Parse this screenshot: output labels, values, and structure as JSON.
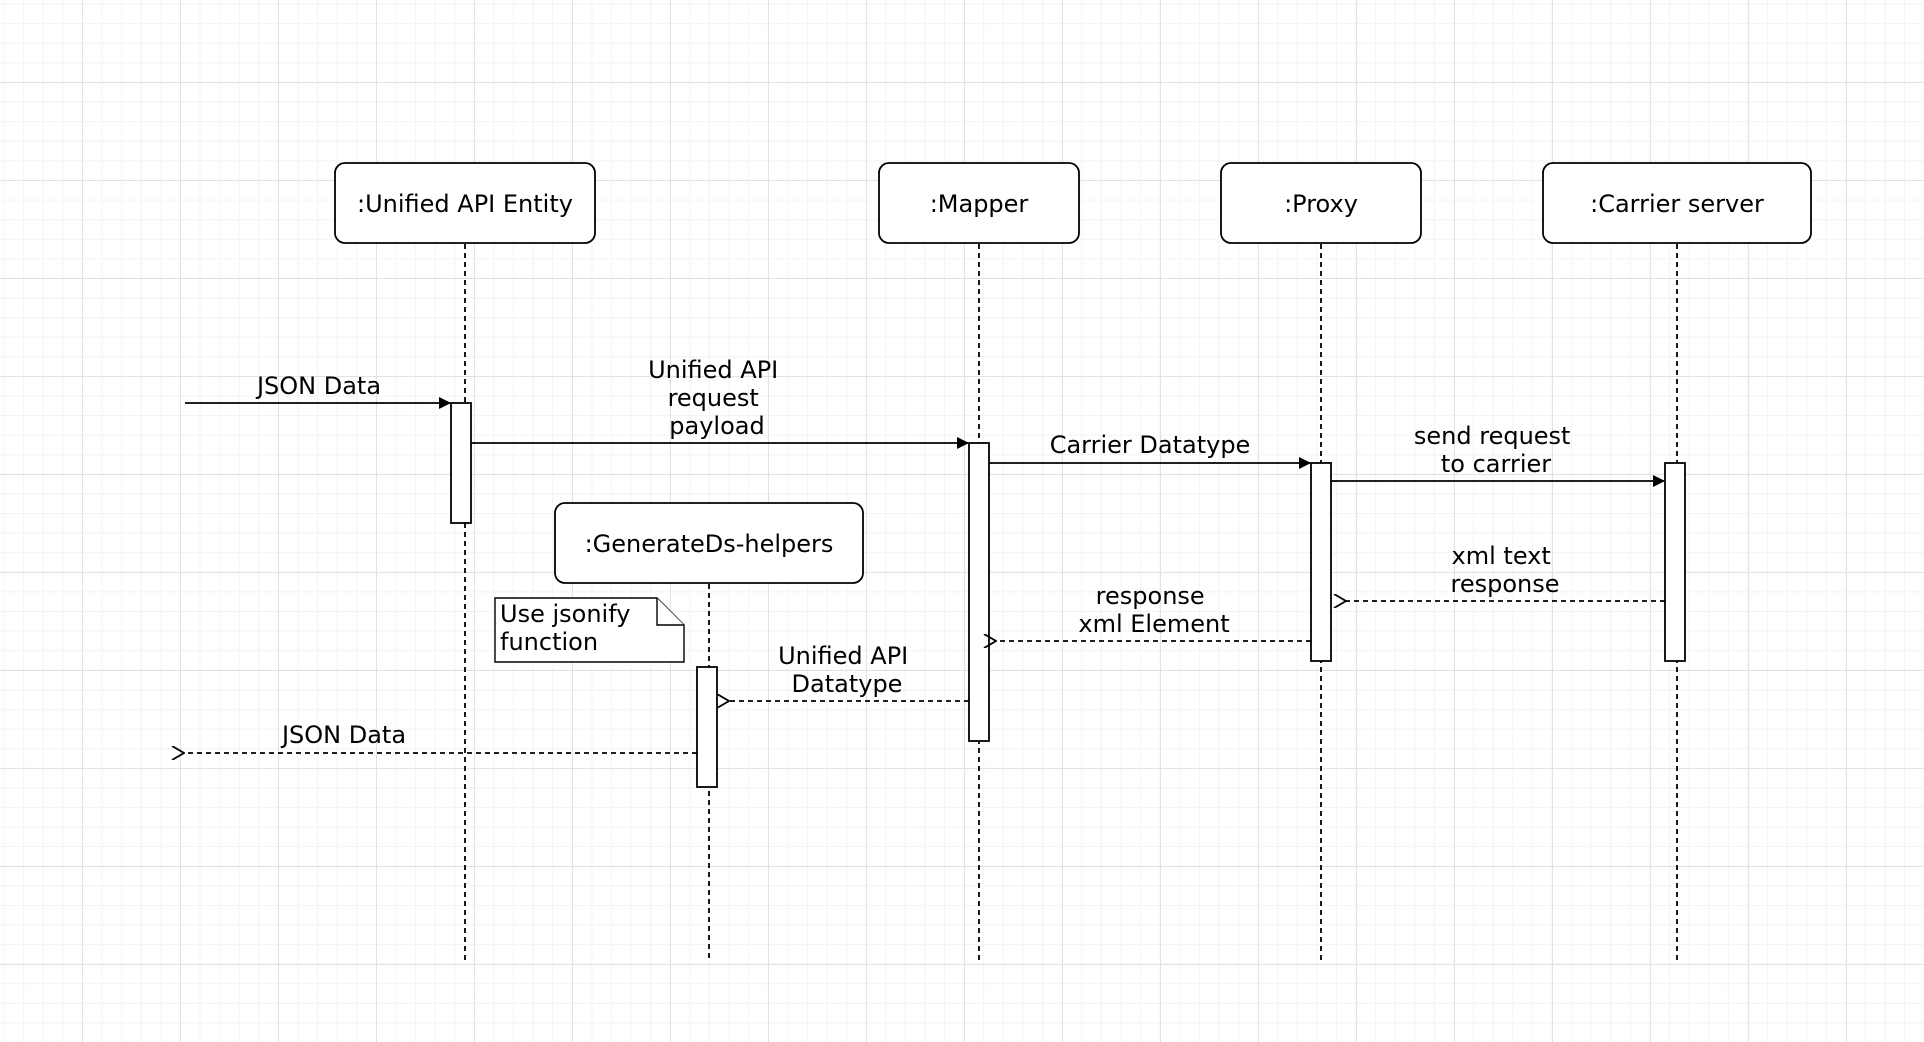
{
  "participants": [
    {
      "id": "unified",
      "label": ":Unified API Entity"
    },
    {
      "id": "mapper",
      "label": ":Mapper"
    },
    {
      "id": "proxy",
      "label": ":Proxy"
    },
    {
      "id": "carrier",
      "label": ":Carrier server"
    },
    {
      "id": "helpers",
      "label": ":GenerateDs-helpers"
    }
  ],
  "messages": [
    {
      "id": "json-in",
      "lines": [
        "JSON Data"
      ],
      "style": "sync"
    },
    {
      "id": "unified-request",
      "lines": [
        "Unified API",
        "request",
        " payload"
      ],
      "style": "sync"
    },
    {
      "id": "carrier-datatype",
      "lines": [
        "Carrier Datatype"
      ],
      "style": "sync"
    },
    {
      "id": "send-request",
      "lines": [
        "send request",
        "to carrier"
      ],
      "style": "sync"
    },
    {
      "id": "xml-text-response",
      "lines": [
        "xml text",
        "response"
      ],
      "style": "return"
    },
    {
      "id": "response-xml-element",
      "lines": [
        "response",
        "xml Element"
      ],
      "style": "return"
    },
    {
      "id": "unified-datatype",
      "lines": [
        "Unified API",
        "Datatype"
      ],
      "style": "return"
    },
    {
      "id": "json-out",
      "lines": [
        "JSON Data"
      ],
      "style": "return"
    }
  ],
  "note": {
    "lines": [
      "Use jsonify",
      "function"
    ]
  }
}
